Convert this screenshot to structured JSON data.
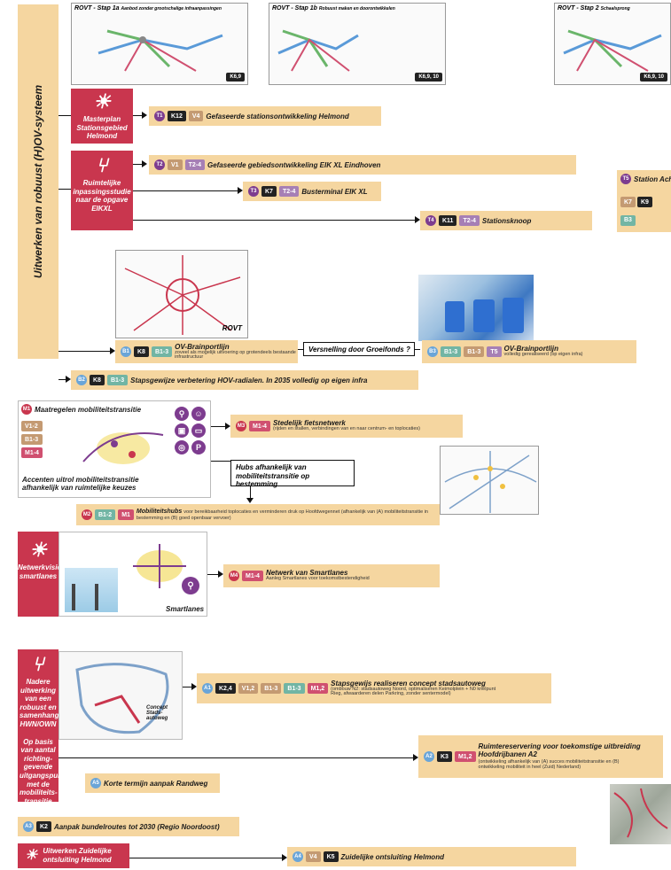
{
  "side_title": "Uitwerken van robuust (H)OV-systeem",
  "thumbs": [
    {
      "title": "ROVT - Stap 1a",
      "subtitle": "Aanbod zonder grootschalige infraanpassingen",
      "badge": "K6,9"
    },
    {
      "title": "ROVT - Stap 1b",
      "subtitle": "Robuust maken en doorontwikkelen",
      "badge": "K6,9, 10"
    },
    {
      "title": "ROVT - Stap 2",
      "subtitle": "Schaalsprong",
      "badge": "K6,9, 10"
    }
  ],
  "red_boxes": {
    "masterplan": "Masterplan Stationsgebied Helmond",
    "inpassing": "Ruimtelijke inpassingsstudie naar de opgave EIKXL",
    "netwerkvisie": "Netwerkvisie smartlanes",
    "nadere": "Nadere uitwerking van een robuust en samenhangend HWN/OWN",
    "nadere_sub": "Op basis van aantal richting-gevende uitgangspunten met de mobiliteits-transitie als basisprincipe",
    "zuid": "Uitwerken Zuidelijke ontsluiting Helmond"
  },
  "rows": {
    "t1": {
      "code": "T1",
      "tags": [
        "K12",
        "V4"
      ],
      "text": "Gefaseerde stationsontwikkeling Helmond"
    },
    "t2": {
      "code": "T2",
      "tags": [
        "V1",
        "T2-4"
      ],
      "text": "Gefaseerde gebiedsontwikkeling EIK XL Eindhoven"
    },
    "t3": {
      "code": "T3",
      "tags": [
        "K7",
        "T2-4"
      ],
      "text": "Busterminal EIK XL"
    },
    "t4": {
      "code": "T4",
      "tags": [
        "K11",
        "T2-4"
      ],
      "text": "Stationsknoop"
    },
    "t5": {
      "code": "T5",
      "text": "Station Ach",
      "tags": [
        "K7",
        "K9",
        "B3"
      ]
    },
    "b1": {
      "code": "B1",
      "tags": [
        "K8",
        "B1-3"
      ],
      "text": "OV-Brainportlijn",
      "sub": "zoveel als mogelijk uitvoering op grotendeels bestaande infrastructuur"
    },
    "b3": {
      "code": "B3",
      "tags": [
        "B1-3",
        "B1-3",
        "T5"
      ],
      "text": "OV-Brainportlijn",
      "sub": "volledig gerealiseerd (op eigen infra)"
    },
    "versnelling": "Versnelling door Groeifonds ?",
    "b2": {
      "code": "B2",
      "tags": [
        "K8",
        "B1-3"
      ],
      "text": "Stapsgewijze verbetering HOV-radialen. In 2035 volledig op eigen infra"
    },
    "m3": {
      "code": "M3",
      "tags": [
        "M1-4"
      ],
      "text": "Stedelijk fietsnetwerk",
      "sub": "(rijden en stallen, verbindingen van en naar centrum- en toplocaties)"
    },
    "hubs": "Hubs afhankelijk van mobiliteitstransitie op bestemming",
    "m2": {
      "code": "M2",
      "tags": [
        "B1-2",
        "M1"
      ],
      "text": "Mobiliteitshubs",
      "sub": "voor bereikbaarheid toplocaties en verminderen druk op Hoofdwegennet (afhankelijk van (A) mobiliteitstransitie in bestemming en (B) goed openbaar vervoer)"
    },
    "m4": {
      "code": "M4",
      "tags": [
        "M1-4"
      ],
      "text": "Netwerk van Smartlanes",
      "sub": "Aanleg Smartlanes voor toekomstbestendigheid"
    },
    "a1": {
      "code": "A1",
      "tags": [
        "K2,4",
        "V1,2",
        "B1-3",
        "B1-3",
        "M1,2"
      ],
      "text": "Stapsgewijs realiseren concept stadsautoweg",
      "sub": "(ombouw N2: stadsautoweg Noord, optimaliseren Keimolplein + N0 knelpunt Rieg, afwaarderen delen Parkring, zonder sentermodel)"
    },
    "a2": {
      "code": "A2",
      "tags": [
        "K3",
        "M1,2"
      ],
      "text": "Ruimtereservering voor toekomstige uitbreiding Hoofdrijbanen A2",
      "sub": "(ontwikkeling afhankelijk van (A) succes mobiliteitstransitie en (B) ontwikkeling mobiliteit in heel (Zuid) Nederland)"
    },
    "a5": {
      "code": "A5",
      "text": "Korte termijn aanpak Randweg"
    },
    "a3": {
      "code": "A3",
      "tags": [
        "K2"
      ],
      "text": "Aanpak bundelroutes tot 2030 (Regio Noordoost)"
    },
    "a4": {
      "code": "A4",
      "tags": [
        "V4",
        "K5"
      ],
      "text": "Zuidelijke ontsluiting Helmond"
    }
  },
  "mobility_block": {
    "code": "M1",
    "title": "Maatregelen mobiliteitstransitie",
    "tags": [
      "V1-2",
      "B1-3",
      "M1-4"
    ],
    "caption": "Accenten uitrol mobiliteitstransitie afhankelijk van ruimtelijke keuzes"
  },
  "labels": {
    "rovt": "ROVT",
    "smartlanes": "Smartlanes",
    "concept": "Concept Stads-autoweg"
  }
}
